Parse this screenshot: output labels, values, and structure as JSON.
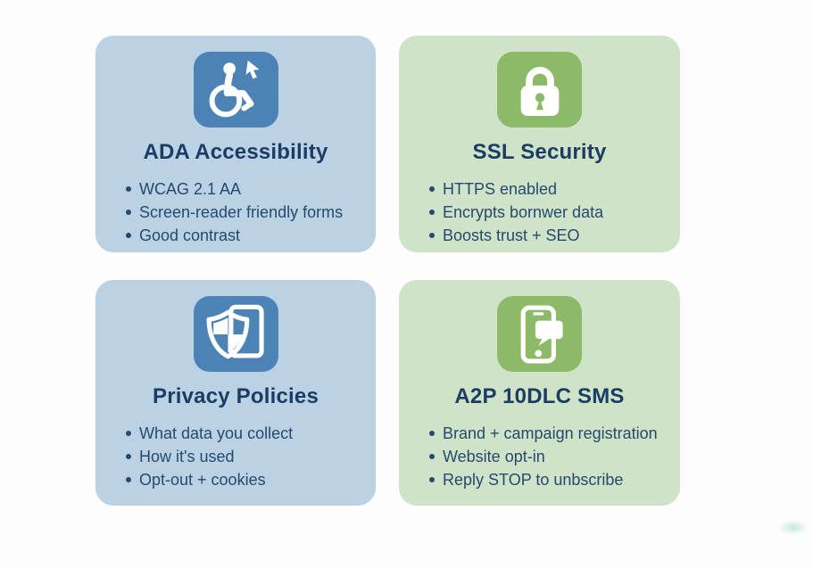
{
  "page": {
    "background_color": "#fdfdfd",
    "layout": "2x2-card-grid-infographic"
  },
  "colors": {
    "blue_card_bg": "#bad2e4",
    "blue_badge_bg": "#4d82b6",
    "green_card_bg": "#cee3c7",
    "green_badge_bg": "#8cba68",
    "title_text": "#1d3c64",
    "bullet_text": "#27496e",
    "icon_glyph": "#ffffff",
    "watermark_teal": "#96d6be"
  },
  "cards": [
    {
      "id": "ada-accessibility",
      "theme": "blue",
      "icon": "wheelchair-cursor-icon",
      "title": "ADA Accessibility",
      "bullets": [
        "WCAG 2.1 AA",
        "Screen-reader friendly forms",
        "Good contrast"
      ]
    },
    {
      "id": "ssl-security",
      "theme": "green",
      "icon": "padlock-icon",
      "title": "SSL Security",
      "bullets": [
        "HTTPS enabled",
        "Encrypts bornwer data",
        "Boosts trust + SEO"
      ]
    },
    {
      "id": "privacy-policies",
      "theme": "blue",
      "icon": "shield-document-icon",
      "title": "Privacy Policies",
      "bullets": [
        "What data you collect",
        "How it's used",
        "Opt-out + cookies"
      ]
    },
    {
      "id": "a2p-10dlc-sms",
      "theme": "green",
      "icon": "phone-chat-bubble-icon",
      "title": "A2P 10DLC SMS",
      "bullets": [
        "Brand + campaign registration",
        "Website opt-in",
        "Reply STOP to unbscribe"
      ]
    }
  ]
}
